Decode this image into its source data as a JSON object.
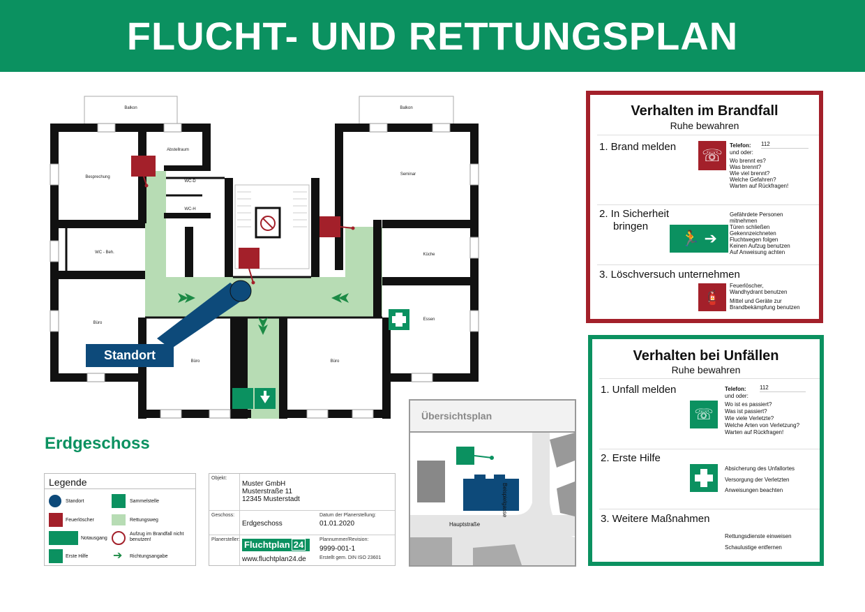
{
  "header": {
    "title": "FLUCHT- UND RETTUNGSPLAN"
  },
  "floorplan": {
    "rooms": {
      "balkon_left": "Balkon",
      "balkon_right": "Balkon",
      "abstellraum": "Abstellraum",
      "besprechung": "Besprechung",
      "wc_d": "WC-D",
      "wc_h": "WC-H",
      "seminar": "Seminar",
      "wc_beh": "WC - Beh.",
      "kueche": "Küche",
      "buero_left": "Büro",
      "essen": "Essen",
      "buero_mid": "Büro",
      "buero_right": "Büro"
    },
    "standort_label": "Standort",
    "floor_name": "Erdgeschoss"
  },
  "legend": {
    "title": "Legende",
    "items": {
      "standort": "Standort",
      "sammelstelle": "Sammelstelle",
      "feuerloescher": "Feuerlöscher",
      "rettungsweg": "Rettungsweg",
      "notausgang": "Notausgang",
      "aufzug": "Aufzug im Brandfall nicht benutzen!",
      "erste_hilfe": "Erste Hilfe",
      "richtungsangabe": "Richtungsangabe"
    }
  },
  "info": {
    "objekt_label": "Objekt:",
    "objekt_lines": [
      "Muster GmbH",
      "Musterstraße 11",
      "12345 Musterstadt"
    ],
    "geschoss_label": "Geschoss:",
    "geschoss": "Erdgeschoss",
    "datum_label": "Datum der Planerstellung:",
    "datum": "01.01.2020",
    "planersteller_label": "Planersteller:",
    "logo_text": "Fluchtplan",
    "logo_num": "24",
    "website": "www.fluchtplan24.de",
    "plannr_label": "Plannummer/Revision:",
    "plannr": "9999-001-1",
    "norm": "Erstellt gem. DIN ISO 23601"
  },
  "overview": {
    "title": "Übersichtsplan",
    "street1": "Hauptstraße",
    "street2": "Beispielgasse"
  },
  "fire": {
    "title": "Verhalten im Brandfall",
    "subtitle": "Ruhe bewahren",
    "step1": "1. Brand melden",
    "telefon_label": "Telefon:",
    "telefon": "112",
    "und_oder": "und oder:",
    "questions": [
      "Wo brennt es?",
      "Was brennt?",
      "Wie viel brennt?",
      "Welche Gefahren?",
      "Warten auf Rückfragen!"
    ],
    "step2a": "2. In Sicherheit",
    "step2b": "bringen",
    "safety": [
      "Gefährdete Personen",
      "mitnehmen",
      "Türen schließen",
      "Gekennzeichneten",
      "Fluchtwegen folgen",
      "Keinen Aufzug benutzen",
      "Auf Anweisung achten"
    ],
    "step3": "3. Löschversuch unternehmen",
    "extinguish": [
      "Feuerlöscher,",
      "Wandhydrant benutzen",
      "",
      "Mittel und Geräte zur",
      "Brandbekämpfung benutzen"
    ]
  },
  "accident": {
    "title": "Verhalten bei Unfällen",
    "subtitle": "Ruhe bewahren",
    "step1": "1. Unfall melden",
    "telefon_label": "Telefon:",
    "telefon": "112",
    "und_oder": "und oder:",
    "questions": [
      "Wo ist es passiert?",
      "Was ist passiert?",
      "Wie viele Verletzte?",
      "Welche Arten von Verletzung?",
      "Warten auf Rückfragen!"
    ],
    "step2": "2. Erste Hilfe",
    "firstaid": [
      "Absicherung des Unfallortes",
      "Versorgung der Verletzten",
      "Anweisungen beachten"
    ],
    "step3": "3. Weitere Maßnahmen",
    "measures": [
      "Rettungsdienste einweisen",
      "Schaulustige entfernen"
    ]
  },
  "colors": {
    "green": "#0b9160",
    "red": "#a3202a",
    "route": "#b7dcb4",
    "blue": "#0d4a7a"
  }
}
